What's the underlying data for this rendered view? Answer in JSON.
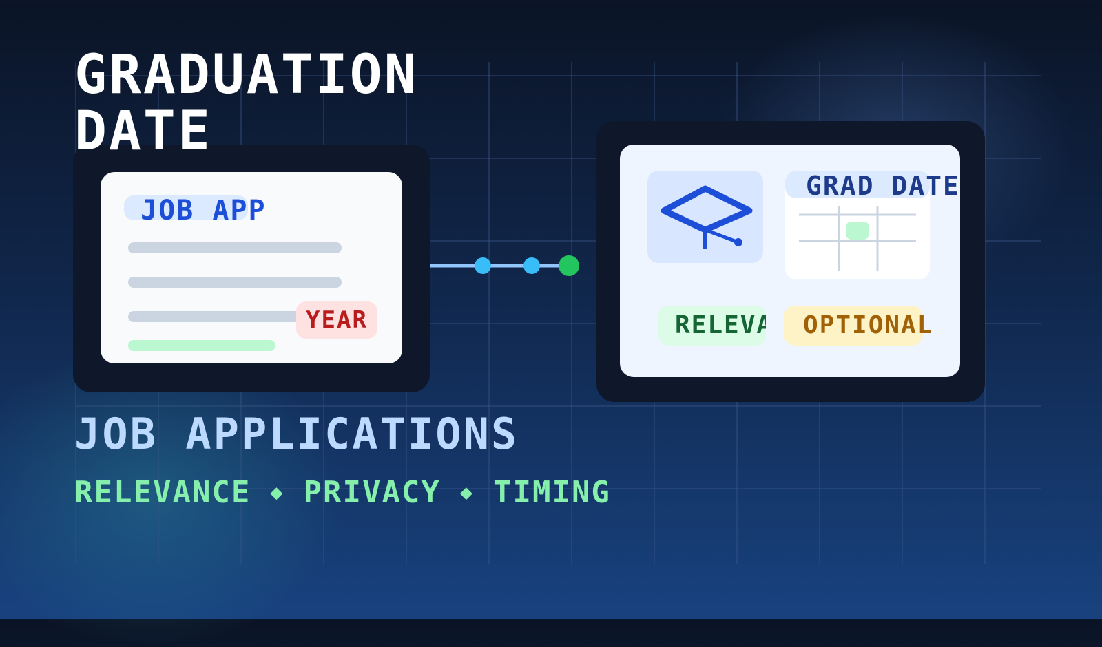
{
  "title": {
    "line1": "GRADUATION",
    "line2": "DATE"
  },
  "job_app_card": {
    "chip_label": "JOB APP",
    "tag_label": "YEAR"
  },
  "info_card": {
    "chip_label": "GRAD DATE",
    "relevant_label": "RELEVANT",
    "optional_label": "OPTIONAL",
    "cap_icon": "graduation-cap-icon",
    "calendar_icon": "calendar-icon"
  },
  "subtitle": "JOB APPLICATIONS",
  "topics": [
    "RELEVANCE",
    "PRIVACY",
    "TIMING"
  ],
  "colors": {
    "accent_blue": "#1d4ed8",
    "accent_green": "#22c55e",
    "dot_blue": "#38bdf8",
    "topic_green": "#86efac",
    "warn_red": "#b91c1c",
    "optional_amber": "#a16207"
  }
}
